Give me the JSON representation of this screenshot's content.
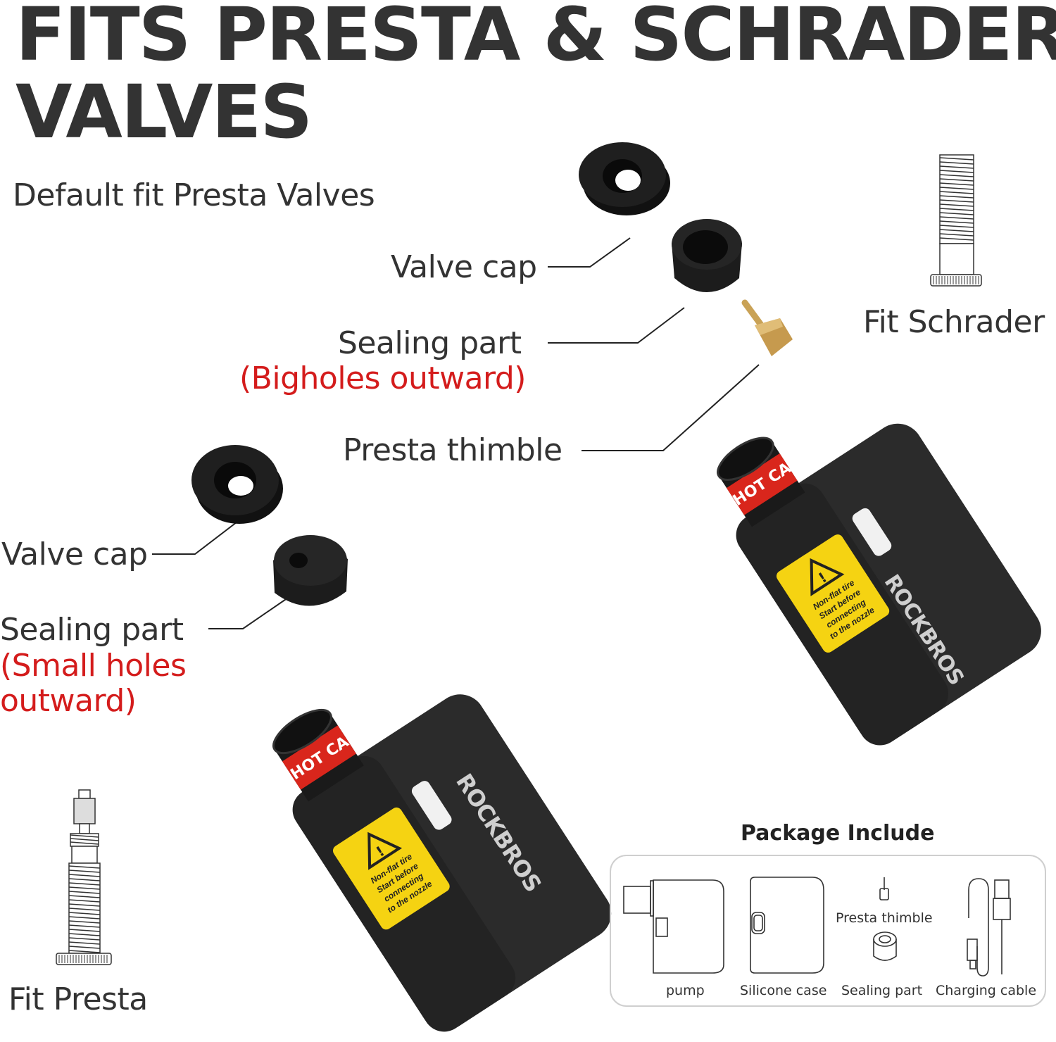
{
  "header": {
    "title_line1": "FITS PRESTA & SCHRADER",
    "title_line2": "VALVES",
    "subtitle": "Default fit Presta Valves"
  },
  "callouts_top": {
    "valve_cap": "Valve cap",
    "sealing_part": "Sealing  part",
    "sealing_note": "(Bigholes outward)",
    "presta_thimble": "Presta thimble"
  },
  "callouts_left": {
    "valve_cap": "Valve cap",
    "sealing_part": "Sealing  part",
    "sealing_note_line1": "(Small holes",
    "sealing_note_line2": "outward)"
  },
  "valve_labels": {
    "schrader": "Fit Schrader",
    "presta": "Fit Presta"
  },
  "product": {
    "brand": "ROCKBROS",
    "nozzle_band": "HOT CA",
    "warning_lines": [
      "Non-flat tire",
      "Start before",
      "connecting",
      "to the nozzle"
    ],
    "warning_color": "#f5d312",
    "band_color": "#d9261c",
    "body_color": "#2a2a2a"
  },
  "package": {
    "title": "Package Include",
    "items": [
      {
        "label": "pump"
      },
      {
        "label": "Silicone case"
      },
      {
        "label": "Presta thimble"
      },
      {
        "label": "Sealing  part"
      },
      {
        "label": "Charging cable"
      }
    ]
  },
  "colors": {
    "text": "#333333",
    "accent_red": "#d41c1c"
  }
}
